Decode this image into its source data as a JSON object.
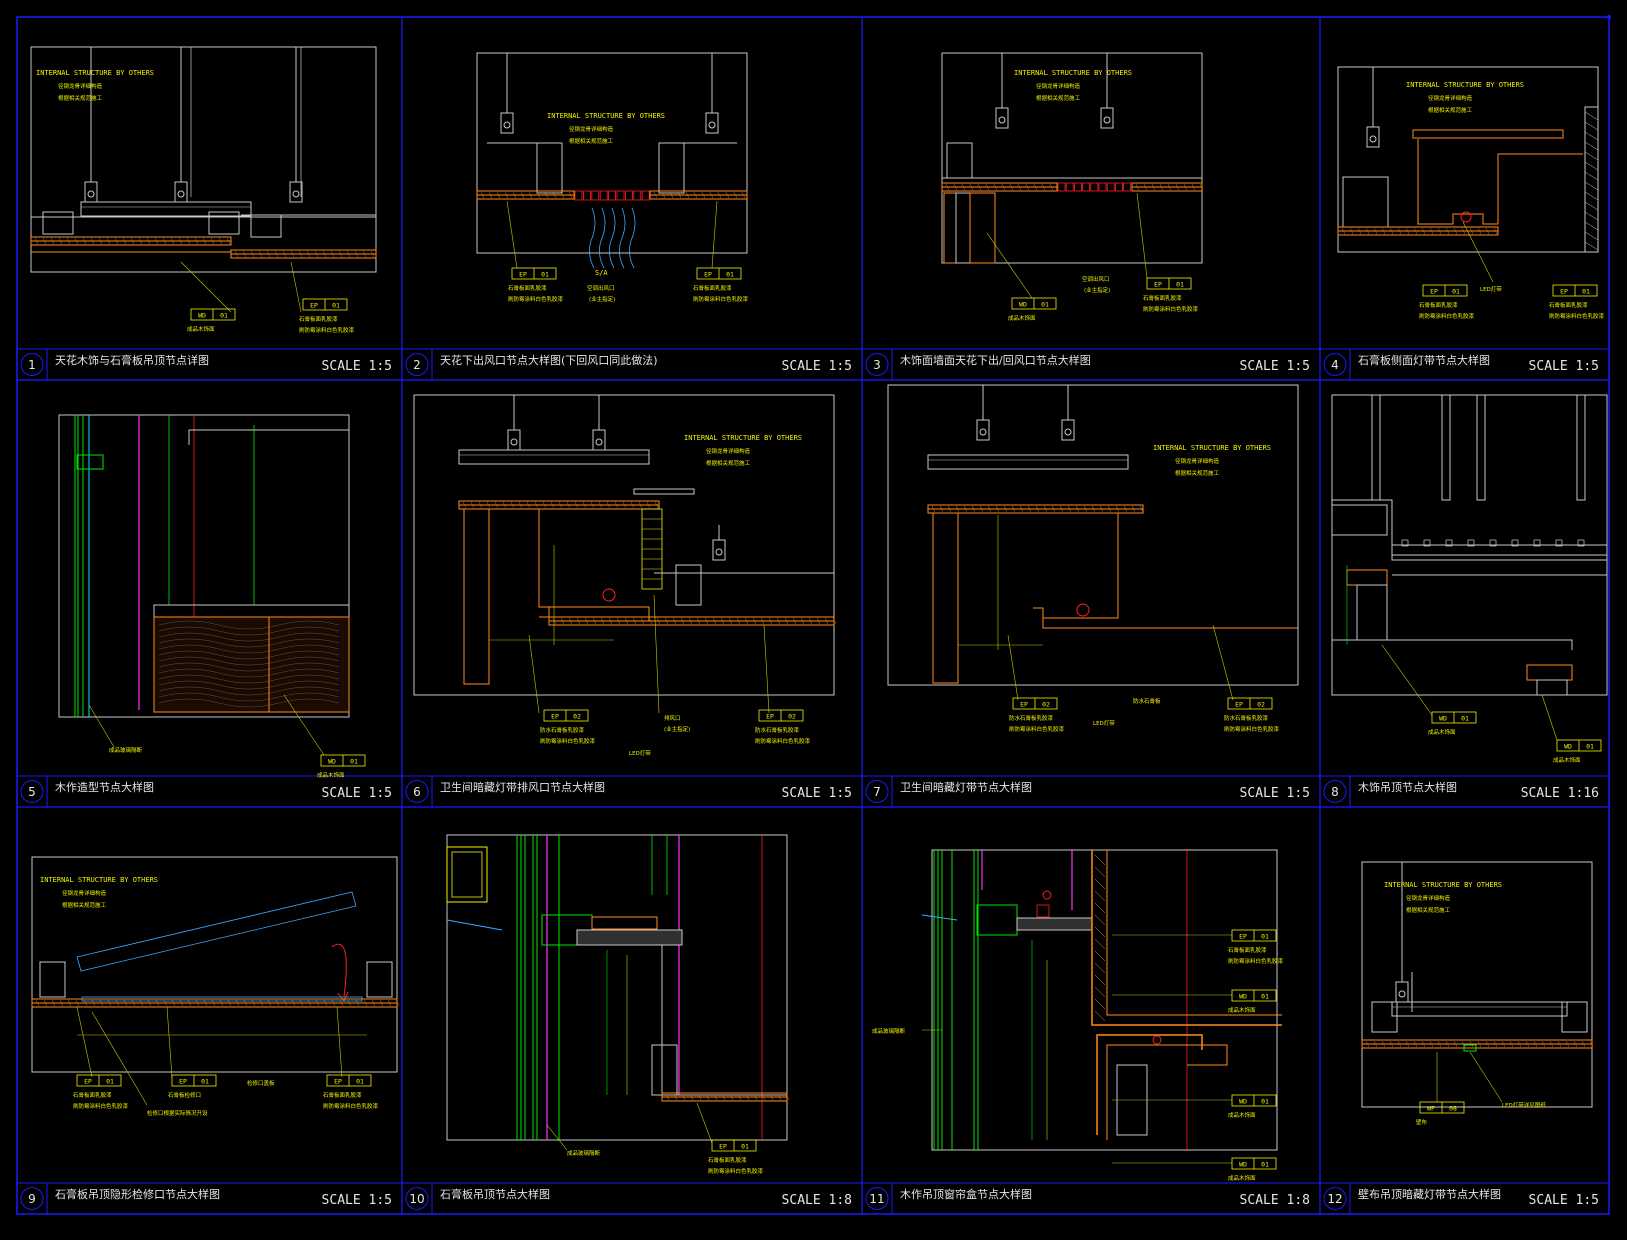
{
  "sheet": {
    "colors": {
      "frame": "#1a1aff",
      "structure": "#c8c8c8",
      "finish": "#ff8c1a",
      "text": "#f2f200",
      "dim": "#c8c800",
      "glass": "#00e600",
      "cyan": "#00e6e6",
      "magenta": "#ff33ff",
      "red": "#ff2020",
      "air": "#3fa9ff"
    },
    "common": {
      "internal_structure": "INTERNAL STRUCTURE BY OTHERS",
      "internal_note_1": "径钢龙骨详细构造",
      "internal_note_2": "根据相关规范施工"
    },
    "details": [
      {
        "no": "1",
        "title": "天花木饰与石膏板吊顶节点详图",
        "scale": "SCALE 1:5",
        "tags": [
          {
            "code": "WD",
            "num": "01",
            "d1": "成品木饰面",
            "d2": ""
          },
          {
            "code": "EP",
            "num": "01",
            "d1": "石膏板面乳胶漆",
            "d2": "刷防霉涂料白色乳胶漆"
          }
        ]
      },
      {
        "no": "2",
        "title": "天花下出风口节点大样图(下回风口同此做法)",
        "scale": "SCALE 1:5",
        "tags": [
          {
            "code": "EP",
            "num": "01",
            "d1": "石膏板面乳胶漆",
            "d2": "刷防霉涂料白色乳胶漆"
          },
          {
            "code": "EP",
            "num": "01",
            "d1": "石膏板面乳胶漆",
            "d2": "刷防霉涂料白色乳胶漆"
          }
        ],
        "labels": [
          "S/A",
          "空调出风口",
          "(业主指定)"
        ]
      },
      {
        "no": "3",
        "title": "木饰面墙面天花下出/回风口节点大样图",
        "scale": "SCALE 1:5",
        "tags": [
          {
            "code": "WD",
            "num": "01",
            "d1": "成品木饰面",
            "d2": ""
          },
          {
            "code": "EP",
            "num": "01",
            "d1": "石膏板面乳胶漆",
            "d2": "刷防霉涂料白色乳胶漆"
          }
        ],
        "labels": [
          "空调出风口",
          "(业主指定)"
        ]
      },
      {
        "no": "4",
        "title": "石膏板侧面灯带节点大样图",
        "scale": "SCALE 1:5",
        "tags": [
          {
            "code": "EP",
            "num": "01",
            "d1": "石膏板面乳胶漆",
            "d2": "刷防霉涂料白色乳胶漆"
          },
          {
            "code": "EP",
            "num": "01",
            "d1": "石膏板面乳胶漆",
            "d2": "刷防霉涂料白色乳胶漆"
          }
        ],
        "labels": [
          "LED灯带"
        ]
      },
      {
        "no": "5",
        "title": "木作造型节点大样图",
        "scale": "SCALE 1:5",
        "tags": [
          {
            "code": "WD",
            "num": "01",
            "d1": "成品木饰面",
            "d2": ""
          }
        ],
        "labels": [
          "成品玻璃隔断"
        ]
      },
      {
        "no": "6",
        "title": "卫生间暗藏灯带排风口节点大样图",
        "scale": "SCALE 1:5",
        "tags": [
          {
            "code": "EP",
            "num": "02",
            "d1": "防水石膏板乳胶漆",
            "d2": "刷防霉涂料白色乳胶漆"
          },
          {
            "code": "EP",
            "num": "02",
            "d1": "防水石膏板乳胶漆",
            "d2": "刷防霉涂料白色乳胶漆"
          }
        ],
        "labels": [
          "排风口",
          "(业主指定)",
          "LED灯带"
        ]
      },
      {
        "no": "7",
        "title": "卫生间暗藏灯带节点大样图",
        "scale": "SCALE 1:5",
        "tags": [
          {
            "code": "EP",
            "num": "02",
            "d1": "防水石膏板乳胶漆",
            "d2": "刷防霉涂料白色乳胶漆"
          },
          {
            "code": "EP",
            "num": "02",
            "d1": "防水石膏板乳胶漆",
            "d2": "刷防霉涂料白色乳胶漆"
          }
        ],
        "labels": [
          "LED灯带",
          "防水石膏板"
        ]
      },
      {
        "no": "8",
        "title": "木饰吊顶节点大样图",
        "scale": "SCALE 1:16",
        "tags": [
          {
            "code": "WD",
            "num": "01",
            "d1": "成品木饰面",
            "d2": ""
          },
          {
            "code": "WD",
            "num": "01",
            "d1": "成品木饰面",
            "d2": ""
          }
        ]
      },
      {
        "no": "9",
        "title": "石膏板吊顶隐形检修口节点大样图",
        "scale": "SCALE 1:5",
        "tags": [
          {
            "code": "EP",
            "num": "01",
            "d1": "石膏板面乳胶漆",
            "d2": "刷防霉涂料白色乳胶漆"
          },
          {
            "code": "EP",
            "num": "01",
            "d1": "石膏板检修口",
            "d2": ""
          },
          {
            "code": "EP",
            "num": "01",
            "d1": "石膏板面乳胶漆",
            "d2": "刷防霉涂料白色乳胶漆"
          }
        ],
        "labels": [
          "检修口盖板",
          "检修口根据实际情况开设"
        ]
      },
      {
        "no": "10",
        "title": "石膏板吊顶节点大样图",
        "scale": "SCALE 1:8",
        "tags": [
          {
            "code": "EP",
            "num": "01",
            "d1": "石膏板面乳胶漆",
            "d2": "刷防霉涂料白色乳胶漆"
          }
        ],
        "labels": [
          "成品玻璃隔断"
        ]
      },
      {
        "no": "11",
        "title": "木作吊顶窗帘盒节点大样图",
        "scale": "SCALE 1:8",
        "tags": [
          {
            "code": "EP",
            "num": "01",
            "d1": "石膏板面乳胶漆",
            "d2": "刷防霉涂料白色乳胶漆"
          },
          {
            "code": "WD",
            "num": "01",
            "d1": "成品木饰面",
            "d2": ""
          },
          {
            "code": "WD",
            "num": "01",
            "d1": "成品木饰面",
            "d2": ""
          },
          {
            "code": "WD",
            "num": "01",
            "d1": "成品木饰面",
            "d2": ""
          }
        ],
        "labels": [
          "成品玻璃隔断"
        ]
      },
      {
        "no": "12",
        "title": "壁布吊顶暗藏灯带节点大样图",
        "scale": "SCALE 1:5",
        "tags": [
          {
            "code": "WP",
            "num": "08",
            "d1": "壁布",
            "d2": ""
          }
        ],
        "labels": [
          "LED灯带详见图纸"
        ]
      }
    ]
  }
}
